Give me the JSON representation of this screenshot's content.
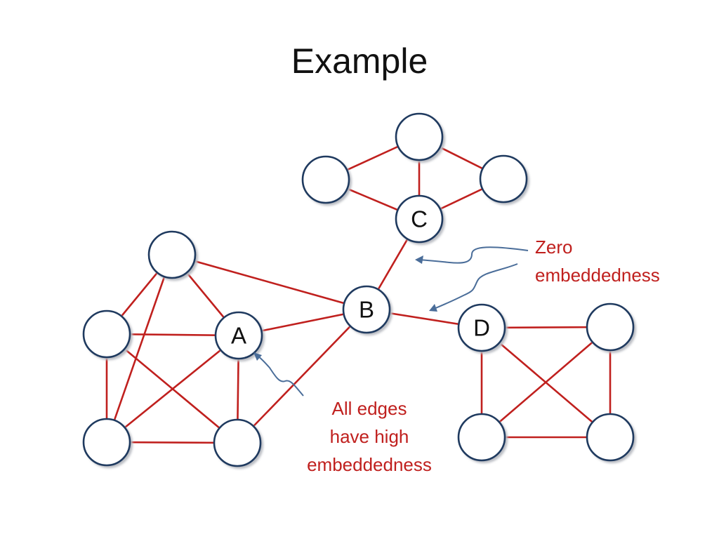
{
  "slide": {
    "title": "Example"
  },
  "nodes": {
    "A": "A",
    "B": "B",
    "C": "C",
    "D": "D"
  },
  "annotations": {
    "zero": [
      "Zero",
      "embeddedness"
    ],
    "high": [
      "All edges",
      "have high",
      "embeddedness"
    ]
  },
  "colors": {
    "edge": "#c0201e",
    "node_stroke": "#1f3a5f",
    "arrow": "#4a6d99",
    "annotation_text": "#c0201e"
  }
}
